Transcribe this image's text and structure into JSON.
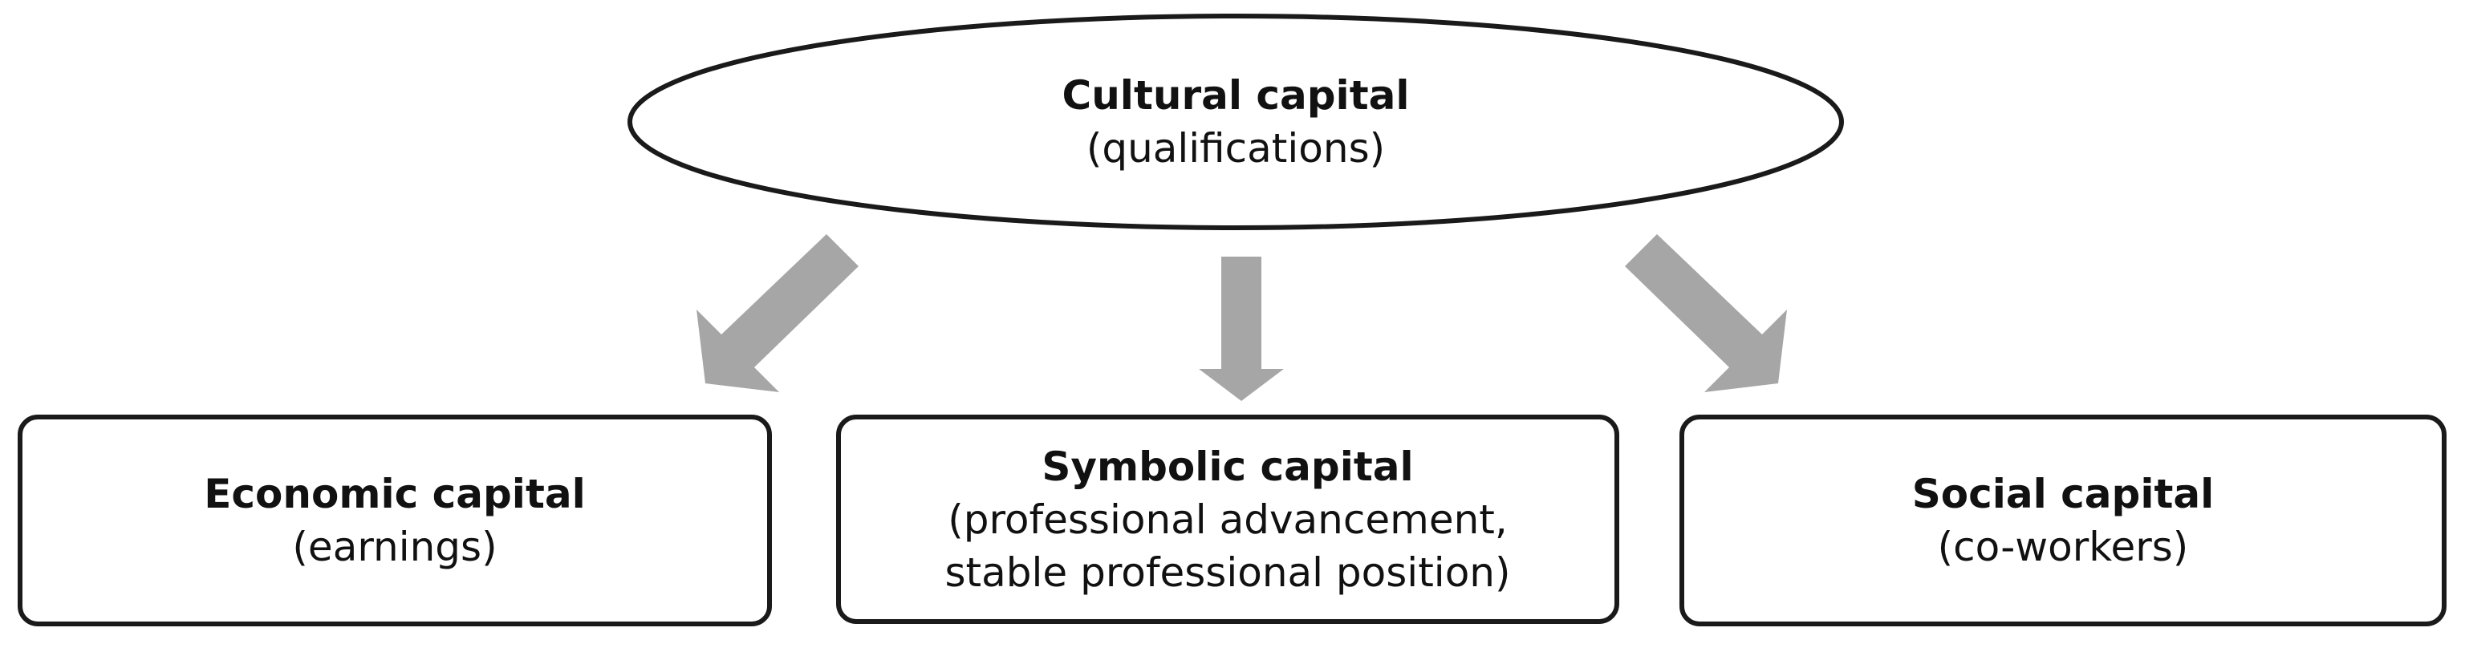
{
  "top_node": {
    "title": "Cultural capital",
    "subtitle": "(qualifications)"
  },
  "outcomes": [
    {
      "title": "Economic capital",
      "lines": [
        "(earnings)"
      ]
    },
    {
      "title": "Symbolic capital",
      "lines": [
        "(professional advancement,",
        "stable professional position)"
      ]
    },
    {
      "title": "Social capital",
      "lines": [
        "(co-workers)"
      ]
    }
  ],
  "colors": {
    "stroke": "#1a1a1a",
    "arrow": "#a6a6a6",
    "background": "#ffffff",
    "text": "#111111"
  }
}
